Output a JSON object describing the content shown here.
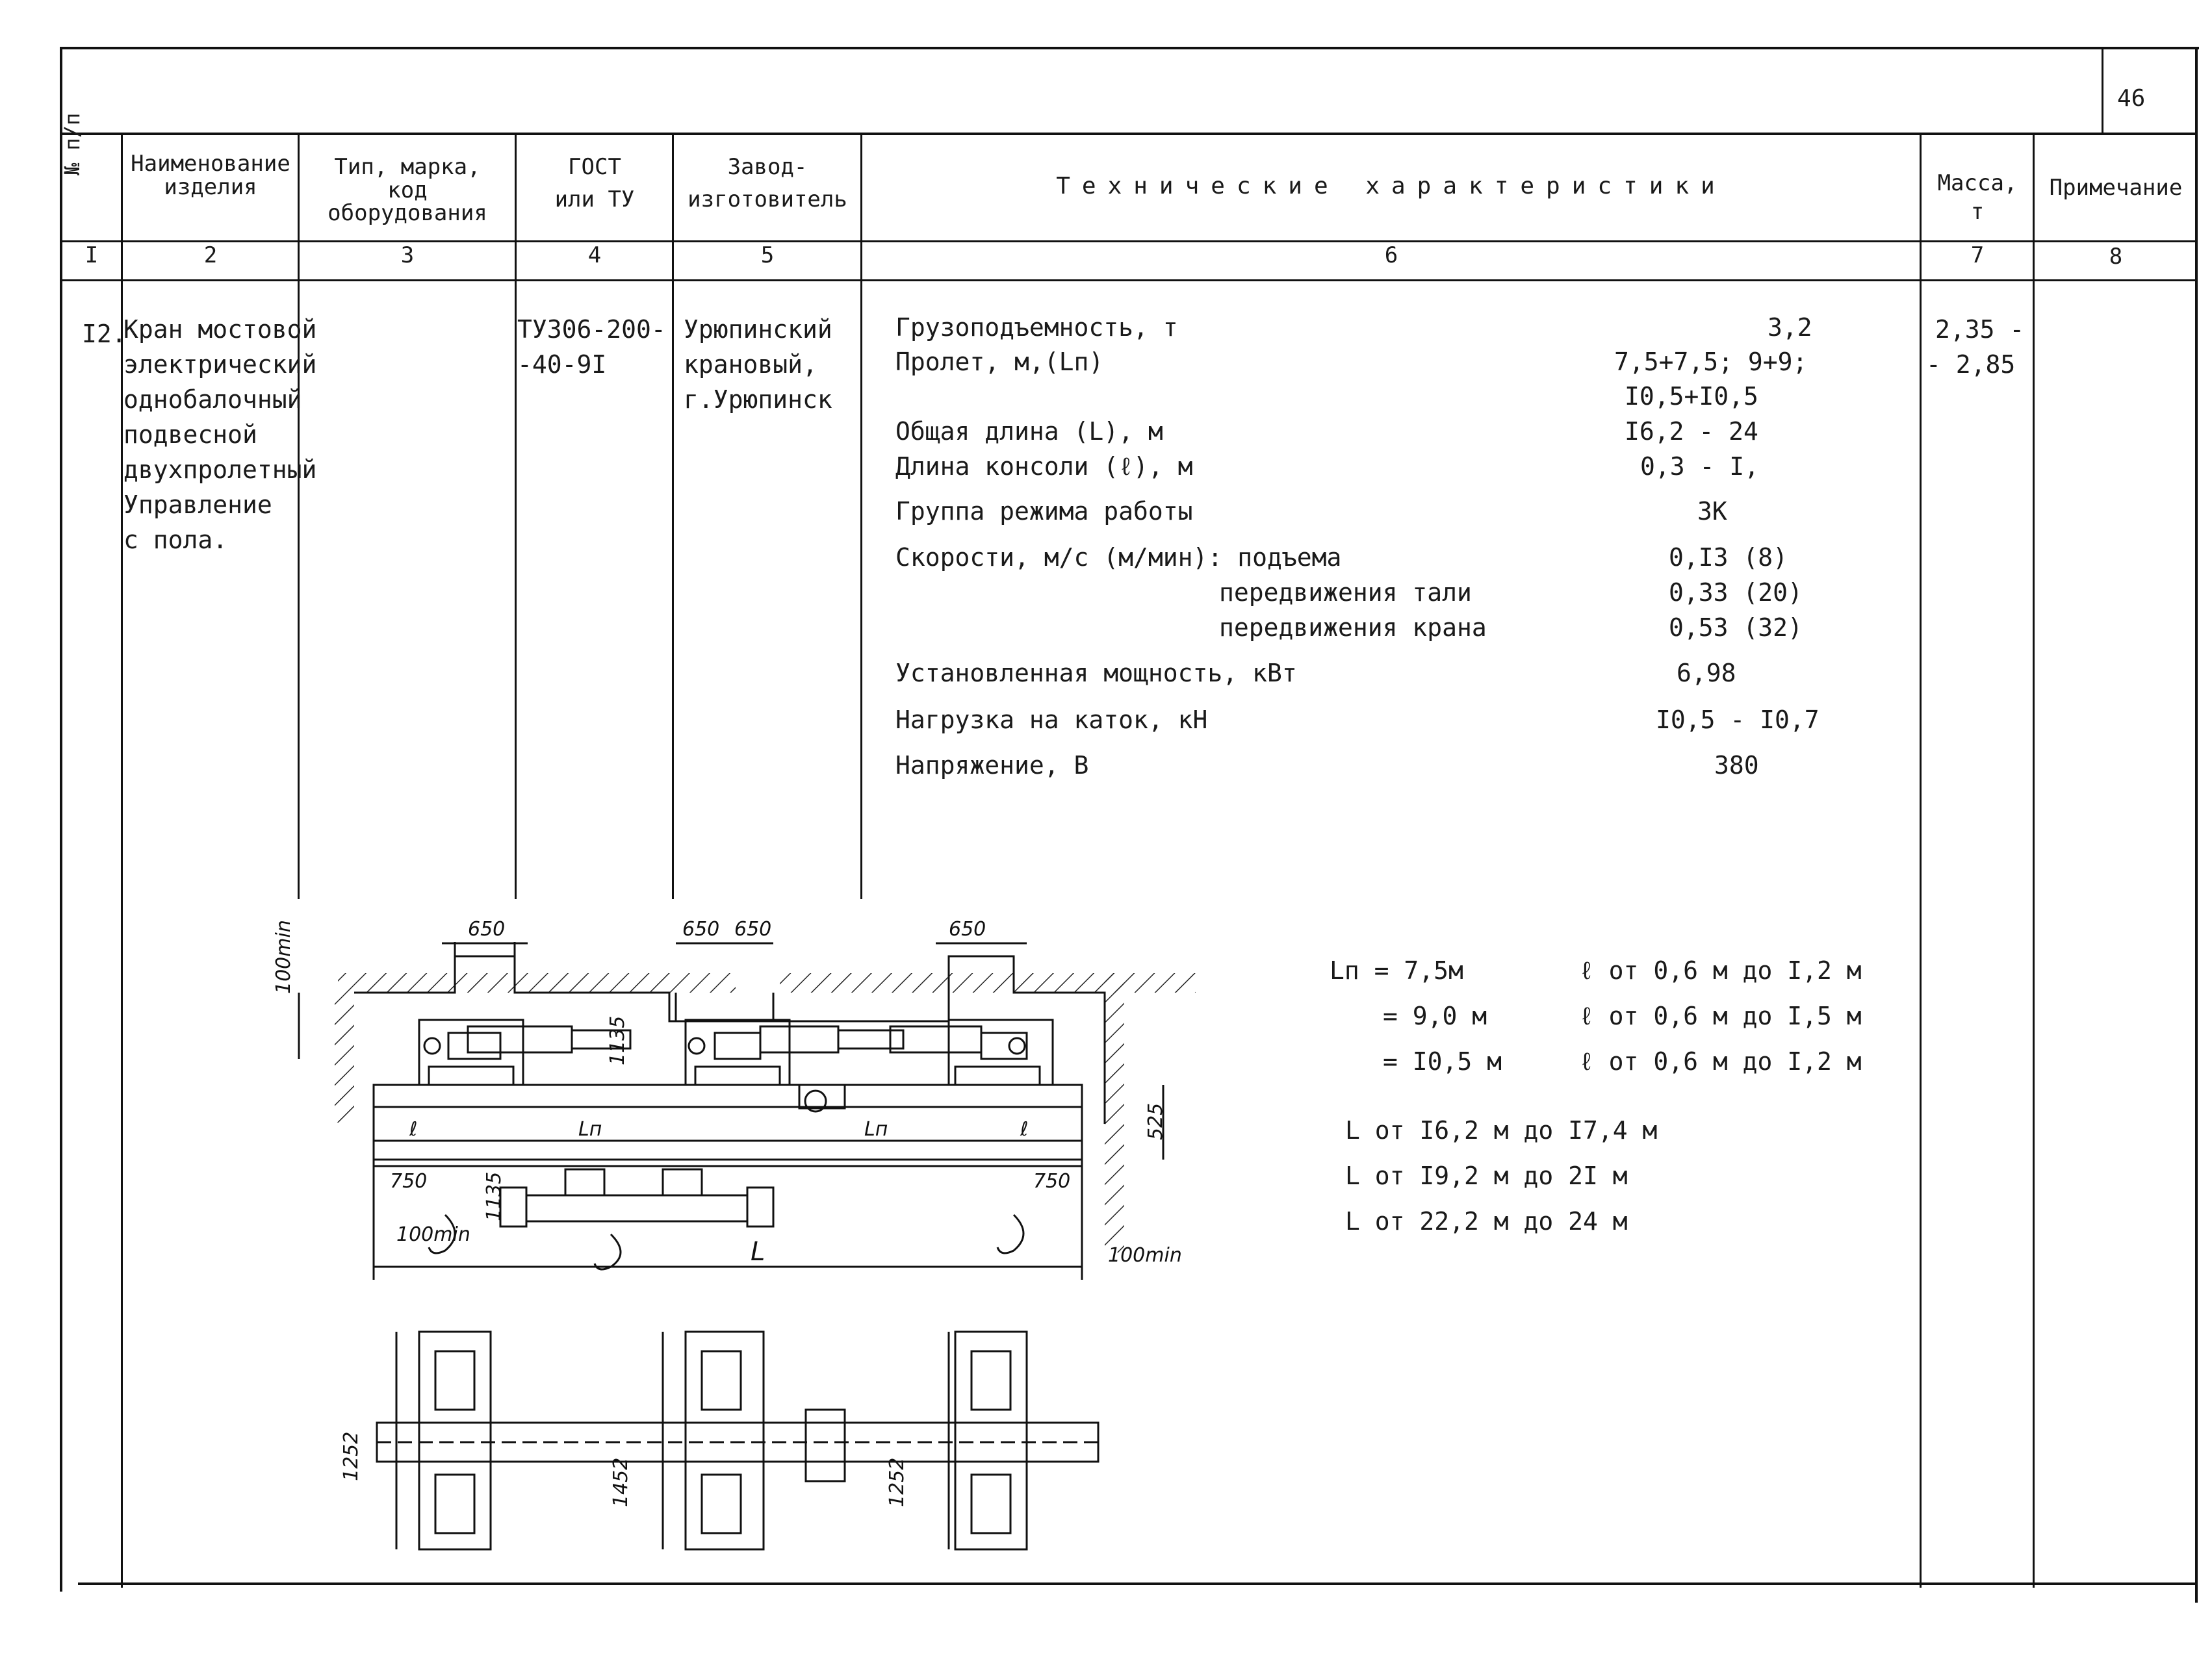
{
  "page": {
    "number": "46"
  },
  "header": {
    "col1": "№ п/п",
    "col2": [
      "Наименование",
      "изделия"
    ],
    "col3": [
      "Тип, марка,",
      "код",
      "оборудования"
    ],
    "col4": [
      "ГОСТ",
      "или ТУ"
    ],
    "col5": [
      "Завод-",
      "изготовитель"
    ],
    "col6": "Технические характеристики",
    "col7": [
      "Масса,",
      "т"
    ],
    "col8": "Примечание",
    "numbers": [
      "I",
      "2",
      "3",
      "4",
      "5",
      "6",
      "7",
      "8"
    ]
  },
  "row": {
    "num": "I2.",
    "name": [
      "Кран мостовой",
      "электрический",
      "однобалочный",
      "подвесной",
      "двухпролетный",
      "Управление",
      "с пола."
    ],
    "gost": [
      "ТУ306-200-",
      "-40-9I"
    ],
    "maker": [
      "Урюпинский",
      "крановый,",
      "г.Урюпинск"
    ],
    "mass": [
      "2,35 -",
      "- 2,85"
    ],
    "specs": [
      {
        "label": "Грузоподъемность, т",
        "value": "3,2"
      },
      {
        "label": "Пролет, м,(Lп)",
        "value": "7,5+7,5;  9+9;"
      },
      {
        "label": "",
        "value": "I0,5+I0,5"
      },
      {
        "label": "Общая длина (L), м",
        "value": "I6,2 - 24"
      },
      {
        "label": "Длина консоли (ℓ), м",
        "value": "0,3 - I,"
      },
      {
        "label": "Группа режима работы",
        "value": "3К"
      },
      {
        "label": "Скорости, м/с (м/мин): подъема",
        "value": "0,I3 (8)"
      },
      {
        "label": "передвижения тали",
        "value": "0,33 (20)"
      },
      {
        "label": "передвижения крана",
        "value": "0,53 (32)"
      },
      {
        "label": "Установленная мощность, кВт",
        "value": "6,98"
      },
      {
        "label": "Нагрузка на каток, кН",
        "value": "I0,5 - I0,7"
      },
      {
        "label": "Напряжение, В",
        "value": "380"
      }
    ]
  },
  "drawing": {
    "dims": {
      "d650": "650",
      "d1135": "1135",
      "d525": "525",
      "d750": "750",
      "d100min": "100min",
      "dL": "L",
      "dLn": "Lп",
      "dl": "ℓ",
      "d1252": "1252",
      "d1452": "1452"
    },
    "ln_rows": [
      {
        "left": "Lп = 7,5м",
        "right": "ℓ от 0,6 м до I,2 м"
      },
      {
        "left": "= 9,0 м",
        "right": "ℓ от 0,6 м до I,5 м"
      },
      {
        "left": "= I0,5 м",
        "right": "ℓ от 0,6 м до I,2 м"
      }
    ],
    "l_rows": [
      "L  от I6,2 м до I7,4 м",
      "L  от I9,2 м до 2I м",
      "L  от 22,2 м до 24 м"
    ]
  }
}
